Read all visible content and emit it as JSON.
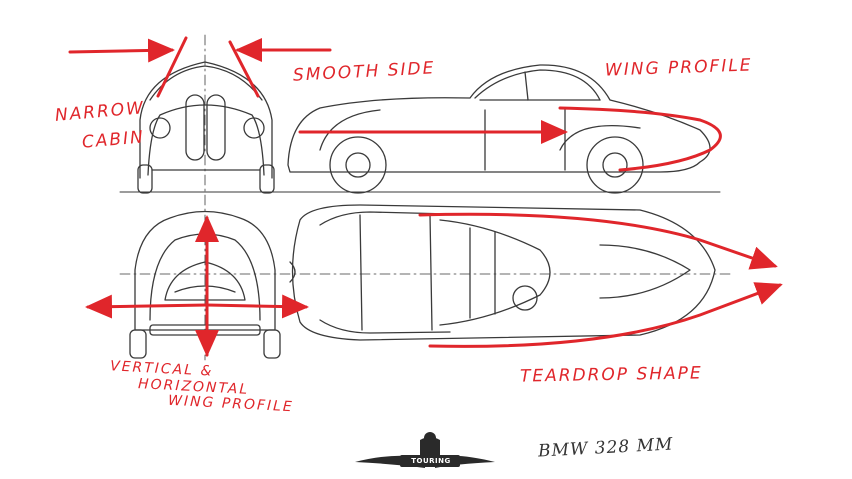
{
  "annotations": {
    "narrow_line1": "NARROW",
    "narrow_line2": "CABIN",
    "smooth_side": "SMOOTH SIDE",
    "wing_profile": "WING PROFILE",
    "teardrop": "TEARDROP SHAPE",
    "vertical_line1": "VERTICAL &",
    "vertical_line2": "HORIZONTAL",
    "vertical_line3": "WING PROFILE"
  },
  "caption": "BMW 328 MM",
  "logo": {
    "word": "TOURING"
  },
  "colors": {
    "annotation_red": "#e0262b",
    "sketch_line": "#3a3a3a"
  }
}
